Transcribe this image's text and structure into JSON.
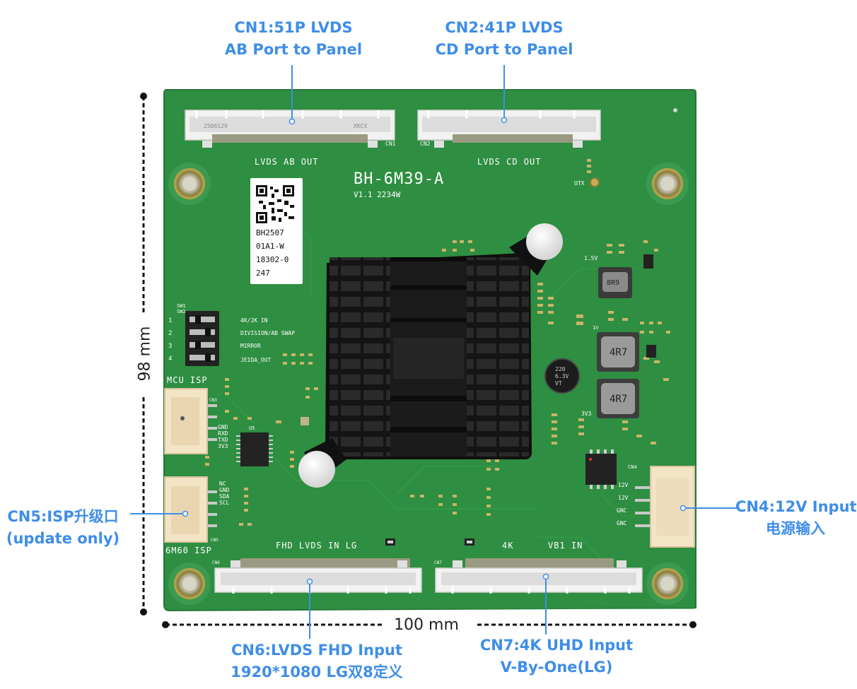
{
  "callouts": {
    "cn1": {
      "line1": "CN1:51P LVDS",
      "line2": "AB Port to Panel"
    },
    "cn2": {
      "line1": "CN2:41P LVDS",
      "line2": "CD Port to Panel"
    },
    "cn4": {
      "line1": "CN4:12V Input",
      "line2": "电源输入"
    },
    "cn5": {
      "line1": "CN5:ISP升级口",
      "line2": "(update only)"
    },
    "cn6": {
      "line1": "CN6:LVDS FHD Input",
      "line2": "1920*1080 LG双8定义"
    },
    "cn7": {
      "line1": "CN7:4K UHD Input",
      "line2": "V-By-One(LG)"
    }
  },
  "dimensions": {
    "height": "98 mm",
    "width": "100 mm"
  },
  "board": {
    "model": "BH-6M39-A",
    "version": "V1.1 2234W",
    "qr_text": [
      "BH2507",
      "01A1-W",
      "18302-0",
      "247"
    ],
    "silkscreen": {
      "lvds_ab_out": "LVDS AB OUT",
      "lvds_cd_out": "LVDS CD OUT",
      "fhd_lvds_in": "FHD LVDS IN LG",
      "k4": "4K",
      "vb1_in": "VB1 IN",
      "mcu_isp": "MCU ISP",
      "isp_6m60": "6M60 ISP",
      "utx": "UTX",
      "sw1": "SW1",
      "sw2": "SW2",
      "switch_rows": [
        {
          "num": "1",
          "label": "4K/2K IN"
        },
        {
          "num": "2",
          "label": "DIVISION/AB SWAP"
        },
        {
          "num": "3",
          "label": "MIRROR"
        },
        {
          "num": "4",
          "label": "JEIDA_OUT"
        }
      ],
      "isp_pins": [
        "GND",
        "RXD",
        "TXD",
        "3V3"
      ],
      "isp2_pins": [
        "NC",
        "GND",
        "SDA",
        "SCL"
      ],
      "power_pins": [
        "12V",
        "12V",
        "GNC",
        "GNC"
      ],
      "inductor_big": "4R7",
      "inductor_small": "8R9",
      "cap": [
        "220",
        "6.3V",
        "VT"
      ],
      "v1_5": "1.5V",
      "v1": "1V",
      "v3_3": "3V3",
      "cn1_tag": "CN1",
      "cn2_tag": "CN2",
      "cn6_tag": "CN6",
      "cn7_tag": "CN7",
      "cn4_tag": "CN4",
      "cn3_tag": "CN3",
      "cn5_tag": "CN5",
      "u5_tag": "U5",
      "cn1_part": "2506129",
      "xkcx": "XKCX"
    }
  },
  "colors": {
    "callout": "#3e8ee8",
    "pcb": "#2d8d40",
    "heatsink": "#1c1c1c"
  }
}
